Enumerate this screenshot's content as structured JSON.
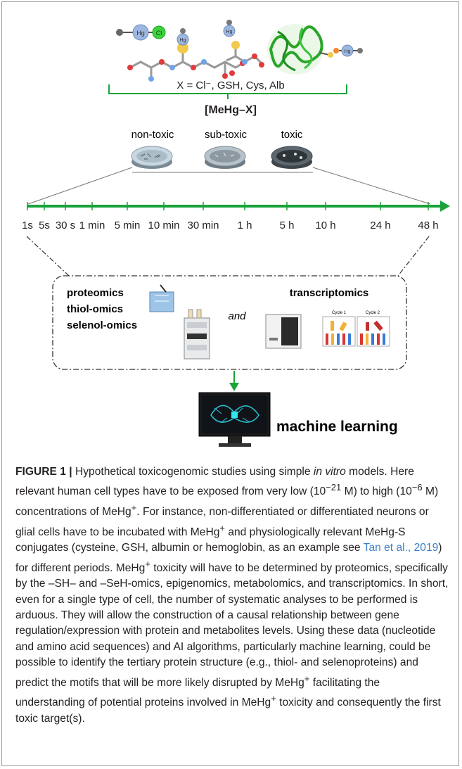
{
  "colors": {
    "accent_green": "#1aa33a",
    "line_gray": "#555555",
    "cite_blue": "#3b7fc4"
  },
  "top": {
    "cl_label": "Cl",
    "hg_label": "Hg",
    "x_definition": "X = Cl⁻, GSH, Cys, Alb",
    "species": "[MeHg–X]"
  },
  "dishes": [
    {
      "label": "non-toxic"
    },
    {
      "label": "sub-toxic"
    },
    {
      "label": "toxic"
    }
  ],
  "timeline": {
    "ticks": [
      "1s",
      "5s",
      "30 s",
      "1 min",
      "5 min",
      "10 min",
      "30 min",
      "1 h",
      "5 h",
      "10 h",
      "24 h",
      "48 h"
    ]
  },
  "omics": {
    "left_lines": [
      "proteomics",
      "thiol-omics",
      "selenol-omics"
    ],
    "connector": "and",
    "right": "transcriptomics",
    "cycle1": "Cycle 1",
    "cycle2": "Cycle 2"
  },
  "ml_label": "machine learning",
  "caption": {
    "label": "FIGURE 1 |",
    "p1": " Hypothetical toxicogenomic studies using simple ",
    "italic": "in vitro",
    "p2": " models. Here relevant human cell types have to be exposed from very low (10",
    "exp1": "−21",
    "p3": " M) to high (10",
    "exp2": "−6",
    "p4": " M) concentrations of MeHg",
    "plus": "+",
    "p5": ". For instance, non-differentiated or differentiated neurons or glial cells have to be incubated with MeHg",
    "p6": " and physiologically relevant MeHg-S conjugates (cysteine, GSH, albumin or hemoglobin, as an example see ",
    "cite": "Tan et al., 2019",
    "p7": ") for different periods. MeHg",
    "p8": " toxicity will have to be determined by proteomics, specifically by the –SH– and –SeH-omics, epigenomics, metabolomics, and transcriptomics. In short, even for a single type of cell, the number of systematic analyses to be performed is arduous. They will allow the construction of a causal relationship between gene regulation/expression with protein and metabolites levels. Using these data (nucleotide and amino acid sequences) and AI algorithms, particularly machine learning, could be possible to identify the tertiary protein structure (e.g., thiol- and selenoproteins) and predict the motifs that will be more likely disrupted by MeHg",
    "p9": " facilitating the understanding of potential proteins involved in MeHg",
    "p10": " toxicity and consequently the first toxic target(s)."
  }
}
